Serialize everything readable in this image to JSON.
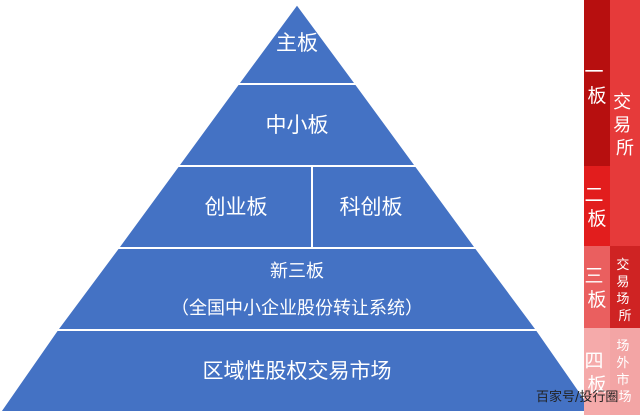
{
  "pyramid": {
    "tiers": [
      {
        "id": "main-board",
        "label": "主板"
      },
      {
        "id": "sme-board",
        "label": "中小板"
      },
      {
        "id": "chinext",
        "label": "创业板"
      },
      {
        "id": "star-market",
        "label": "科创板"
      },
      {
        "id": "neeq",
        "label": "新三板",
        "sublabel": "（全国中小企业股份转让系统）"
      },
      {
        "id": "regional",
        "label": "区域性股权交易市场"
      }
    ],
    "colors": {
      "fill": "#4472c4",
      "stroke": "#ffffff"
    }
  },
  "side_panel": {
    "boards": [
      {
        "label": "一板",
        "color": "#b70f0f"
      },
      {
        "label": "二板",
        "color": "#e21d1d"
      },
      {
        "label": "三板",
        "color": "#ea5f5f"
      },
      {
        "label": "四板",
        "color": "#f5aaaa"
      }
    ],
    "venues": [
      {
        "label": "交易所",
        "color": "#e63a3a"
      },
      {
        "label": "交易场所",
        "color": "#cf2323"
      },
      {
        "label": "场外市场",
        "color": "#f3a5a5"
      }
    ]
  },
  "watermark": "百家号/投行圈"
}
